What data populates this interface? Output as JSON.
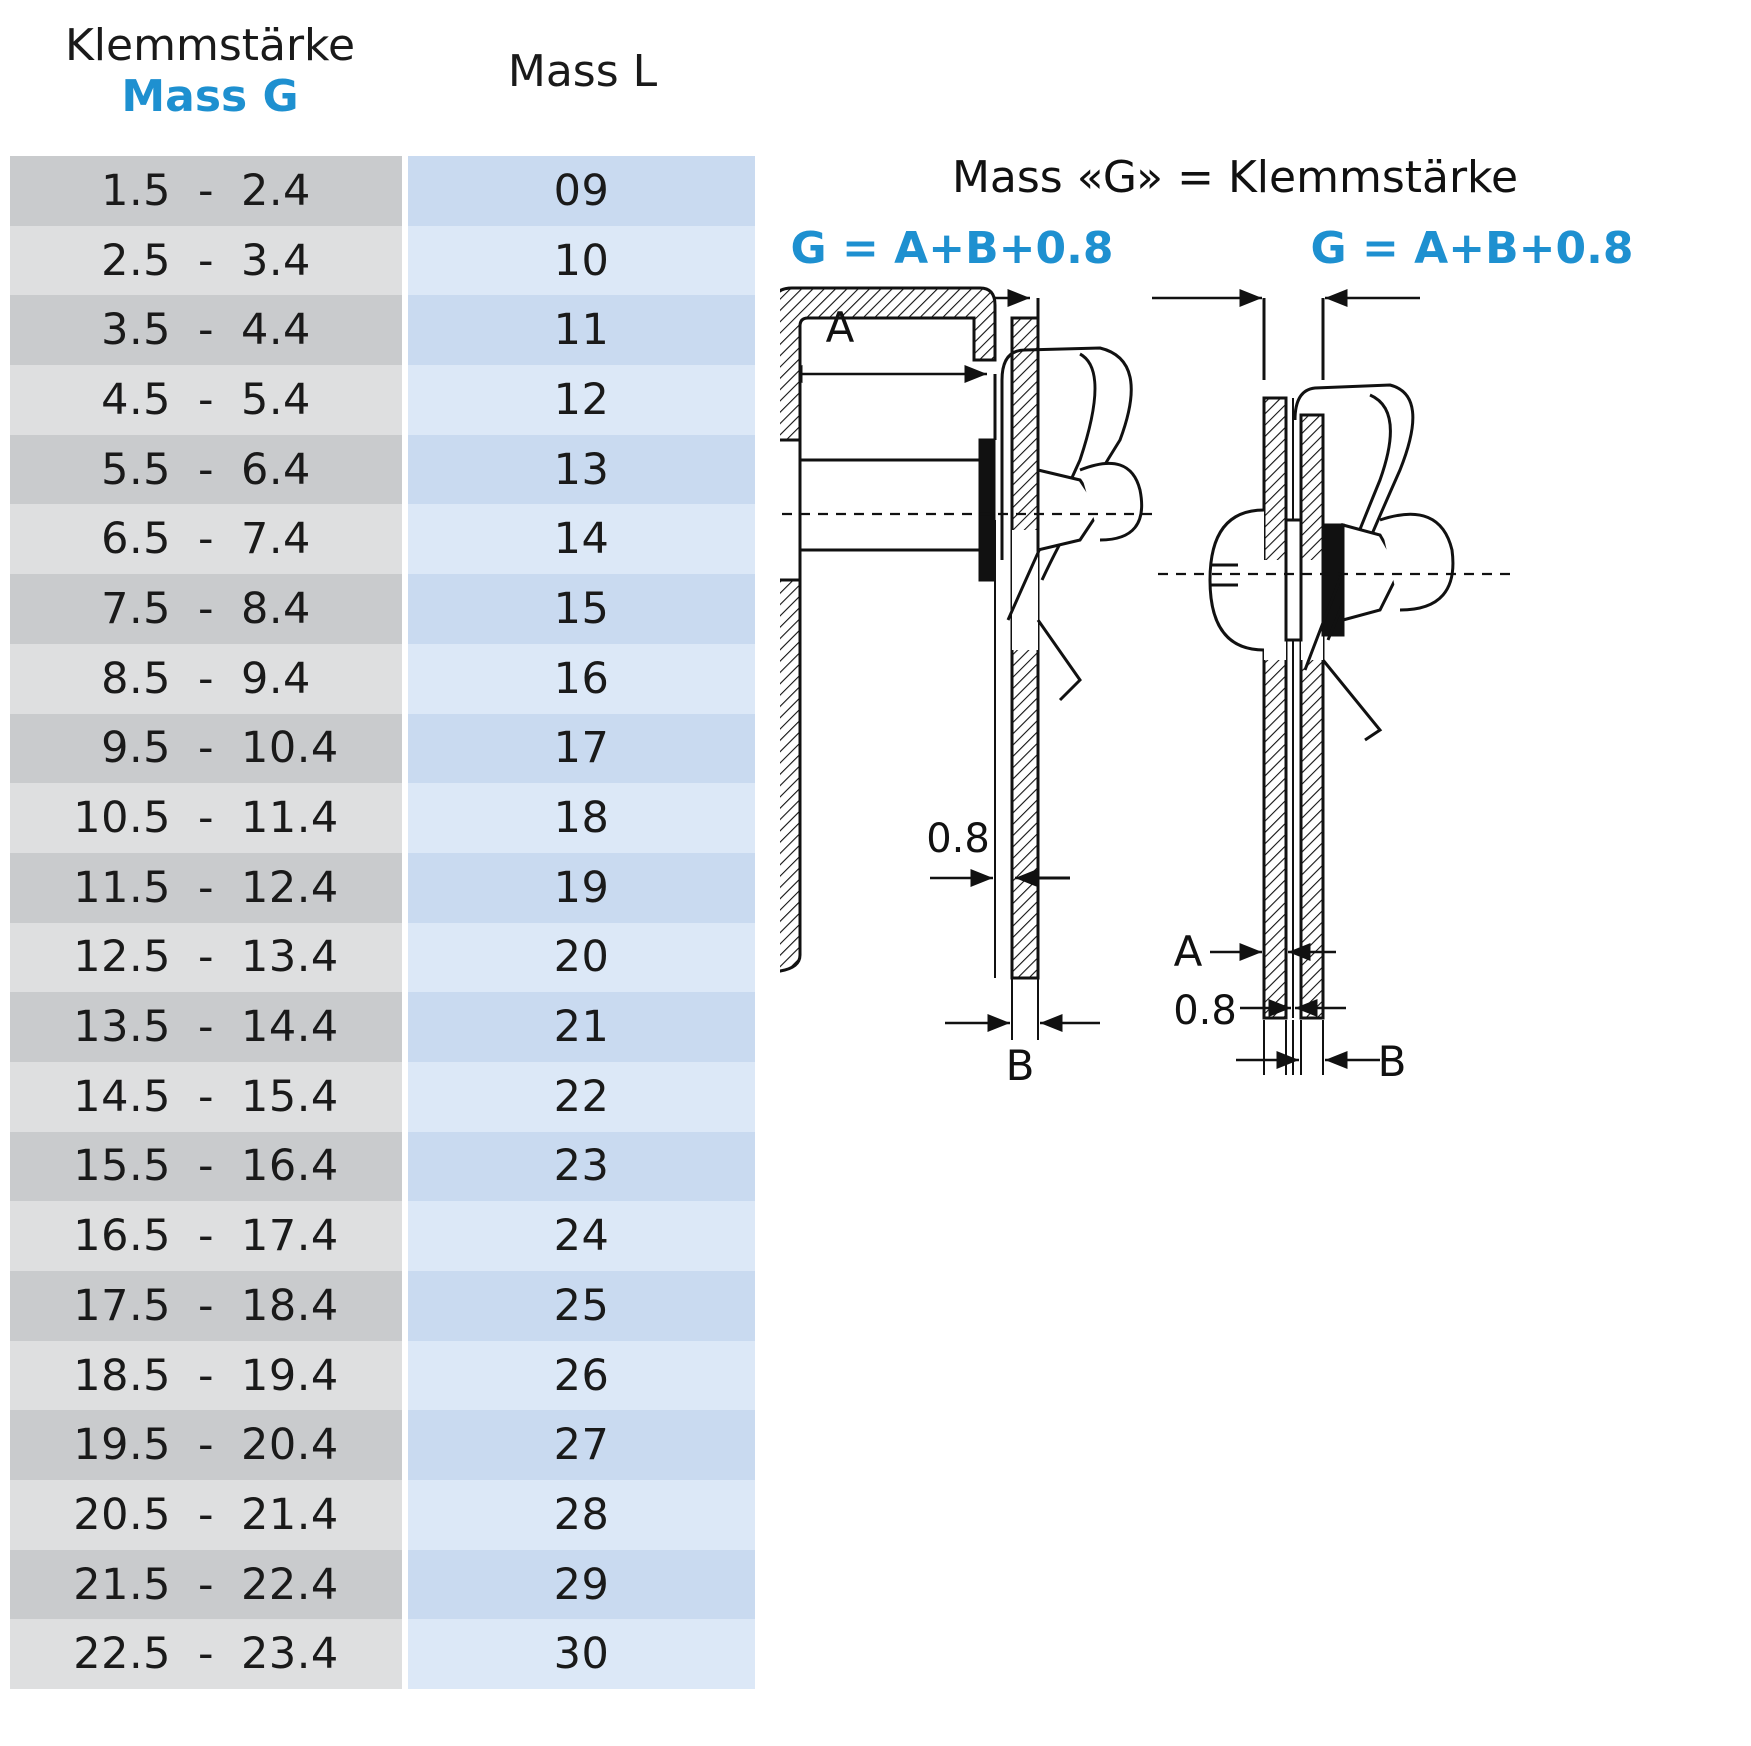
{
  "header": {
    "klemm": "Klemmstärke",
    "mass_g": "Mass G",
    "mass_l": "Mass L"
  },
  "table": {
    "rows": [
      {
        "lo": "1.5",
        "hi": "2.4",
        "l": "09"
      },
      {
        "lo": "2.5",
        "hi": "3.4",
        "l": "10"
      },
      {
        "lo": "3.5",
        "hi": "4.4",
        "l": "11"
      },
      {
        "lo": "4.5",
        "hi": "5.4",
        "l": "12"
      },
      {
        "lo": "5.5",
        "hi": "6.4",
        "l": "13"
      },
      {
        "lo": "6.5",
        "hi": "7.4",
        "l": "14"
      },
      {
        "lo": "7.5",
        "hi": "8.4",
        "l": "15"
      },
      {
        "lo": "8.5",
        "hi": "9.4",
        "l": "16"
      },
      {
        "lo": "9.5",
        "hi": "10.4",
        "l": "17"
      },
      {
        "lo": "10.5",
        "hi": "11.4",
        "l": "18"
      },
      {
        "lo": "11.5",
        "hi": "12.4",
        "l": "19"
      },
      {
        "lo": "12.5",
        "hi": "13.4",
        "l": "20"
      },
      {
        "lo": "13.5",
        "hi": "14.4",
        "l": "21"
      },
      {
        "lo": "14.5",
        "hi": "15.4",
        "l": "22"
      },
      {
        "lo": "15.5",
        "hi": "16.4",
        "l": "23"
      },
      {
        "lo": "16.5",
        "hi": "17.4",
        "l": "24"
      },
      {
        "lo": "17.5",
        "hi": "18.4",
        "l": "25"
      },
      {
        "lo": "18.5",
        "hi": "19.4",
        "l": "26"
      },
      {
        "lo": "19.5",
        "hi": "20.4",
        "l": "27"
      },
      {
        "lo": "20.5",
        "hi": "21.4",
        "l": "28"
      },
      {
        "lo": "21.5",
        "hi": "22.4",
        "l": "29"
      },
      {
        "lo": "22.5",
        "hi": "23.4",
        "l": "30"
      }
    ],
    "separator": "-"
  },
  "diagram": {
    "title": "Mass «G» = Klemmstärke",
    "formula_left": "G = A+B+0.8",
    "formula_right": "G = A+B+0.8",
    "label_a": "A",
    "label_b": "B",
    "label_gap": "0.8"
  },
  "colors": {
    "accent_blue": "#1e90d0",
    "gray_dark": "#c9cbcd",
    "gray_light": "#dedfe0",
    "blue_dark": "#c9daf0",
    "blue_light": "#dce8f7"
  }
}
